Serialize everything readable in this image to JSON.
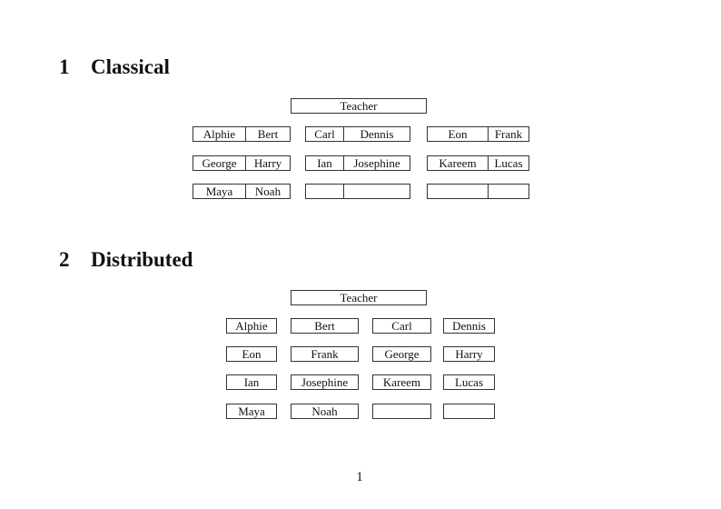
{
  "document": {
    "page_number": "1"
  },
  "sections": [
    {
      "number": "1",
      "title": "Classical",
      "teacher_label": "Teacher",
      "desk_columns": [
        {
          "rows": [
            [
              "Alphie",
              "Bert"
            ],
            [
              "George",
              "Harry"
            ],
            [
              "Maya",
              "Noah"
            ]
          ]
        },
        {
          "rows": [
            [
              "Carl",
              "Dennis"
            ],
            [
              "Ian",
              "Josephine"
            ],
            [
              "",
              ""
            ]
          ]
        },
        {
          "rows": [
            [
              "Eon",
              "Frank"
            ],
            [
              "Kareem",
              "Lucas"
            ],
            [
              "",
              ""
            ]
          ]
        }
      ]
    },
    {
      "number": "2",
      "title": "Distributed",
      "teacher_label": "Teacher",
      "desk_rows": [
        [
          "Alphie",
          "Bert",
          "Carl",
          "Dennis"
        ],
        [
          "Eon",
          "Frank",
          "George",
          "Harry"
        ],
        [
          "Ian",
          "Josephine",
          "Kareem",
          "Lucas"
        ],
        [
          "Maya",
          "Noah",
          "",
          ""
        ]
      ]
    }
  ]
}
